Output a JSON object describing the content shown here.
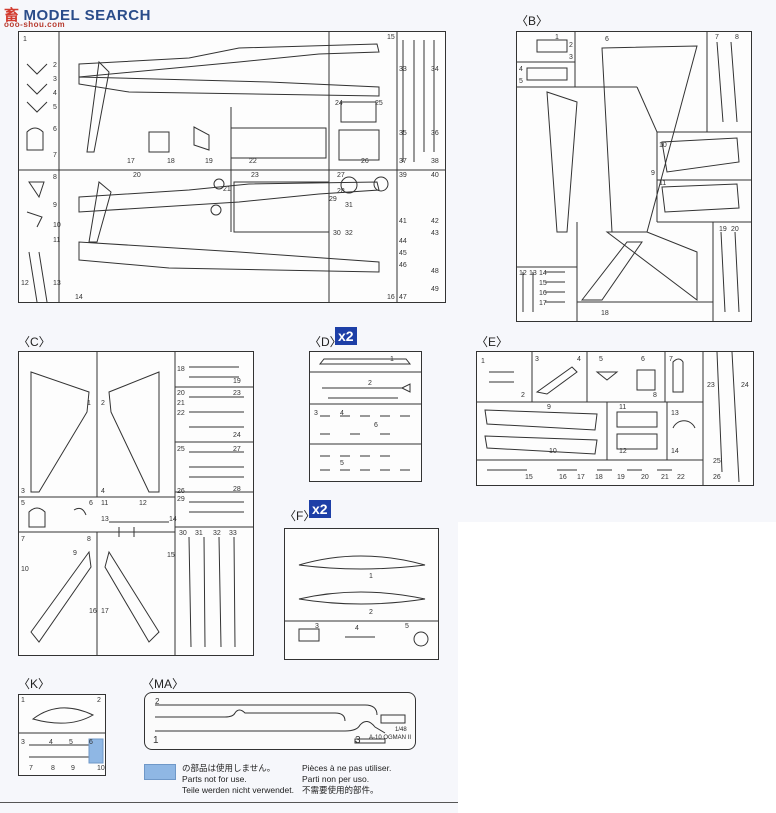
{
  "header": {
    "logo_cn": "畜",
    "logo_en": "MODEL SEARCH",
    "site": "ooo-shou.com"
  },
  "sprues": {
    "A": {
      "parts": [
        "1",
        "2",
        "3",
        "4",
        "5",
        "6",
        "7",
        "8",
        "9",
        "10",
        "11",
        "12",
        "13",
        "14",
        "15",
        "16",
        "17",
        "18",
        "19",
        "20",
        "21",
        "22",
        "23",
        "24",
        "25",
        "26",
        "27",
        "28",
        "29",
        "30",
        "31",
        "32",
        "33",
        "34",
        "35",
        "36",
        "37",
        "38",
        "39",
        "40",
        "41",
        "42",
        "43",
        "44",
        "45",
        "46",
        "47",
        "48",
        "49"
      ]
    },
    "B": {
      "label": "〈B〉",
      "parts": [
        "1",
        "2",
        "3",
        "4",
        "5",
        "6",
        "7",
        "8",
        "9",
        "10",
        "11",
        "12",
        "13",
        "14",
        "15",
        "16",
        "17",
        "18",
        "19",
        "20"
      ]
    },
    "C": {
      "label": "〈C〉",
      "parts": [
        "1",
        "2",
        "3",
        "4",
        "5",
        "6",
        "7",
        "8",
        "9",
        "10",
        "11",
        "12",
        "13",
        "14",
        "15",
        "16",
        "17",
        "18",
        "19",
        "20",
        "21",
        "22",
        "23",
        "24",
        "25",
        "26",
        "27",
        "28",
        "29",
        "30",
        "31",
        "32",
        "33"
      ]
    },
    "D": {
      "label": "〈D〉",
      "multiplier": "x2",
      "parts": [
        "1",
        "2",
        "3",
        "4",
        "5",
        "6"
      ]
    },
    "E": {
      "label": "〈E〉",
      "parts": [
        "1",
        "2",
        "3",
        "4",
        "5",
        "6",
        "7",
        "8",
        "9",
        "10",
        "11",
        "12",
        "13",
        "14",
        "15",
        "16",
        "17",
        "18",
        "19",
        "20",
        "21",
        "22",
        "23",
        "24",
        "25",
        "26"
      ]
    },
    "F": {
      "label": "〈F〉",
      "multiplier": "x2",
      "parts": [
        "1",
        "2",
        "3",
        "4",
        "5"
      ]
    },
    "K": {
      "label": "〈K〉",
      "parts": [
        "1",
        "2",
        "3",
        "4",
        "5",
        "6",
        "7",
        "8",
        "9",
        "10"
      ]
    },
    "MA": {
      "label": "〈MA〉",
      "parts": [
        "1",
        "2",
        "3"
      ],
      "scale": "1/48",
      "name": "A-10 OGMAN II"
    }
  },
  "legend": {
    "jp": "の部品は使用しません。",
    "en": "Parts not for use.",
    "de": "Teile werden nicht verwendet.",
    "fr": "Pièces à ne pas utiliser.",
    "it": "Parti non per uso.",
    "cn": "不需要使用的部件。",
    "swatch_color": "#8fb7e4"
  }
}
